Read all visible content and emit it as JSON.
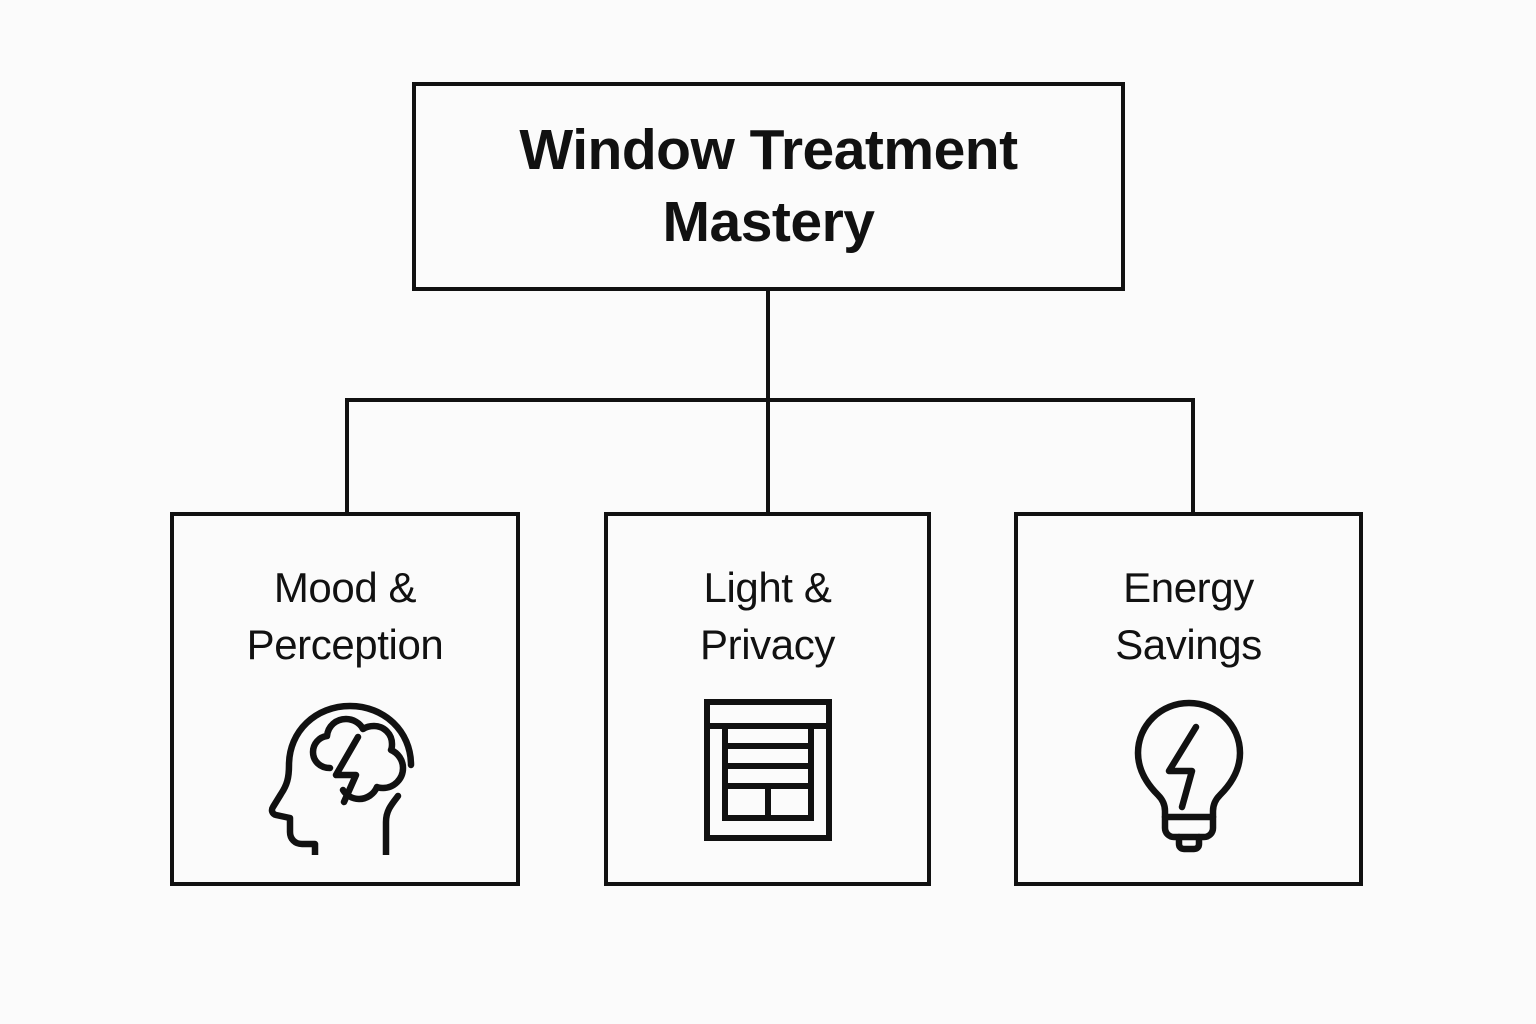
{
  "diagram": {
    "type": "hierarchy-tree",
    "background_color": "#fbfbfb",
    "line_color": "#111111",
    "root": {
      "label": "Window Treatment\nMastery"
    },
    "children": [
      {
        "label": "Mood &\nPerception",
        "icon": "head-brain-lightning-icon"
      },
      {
        "label": "Light &\nPrivacy",
        "icon": "window-blinds-icon"
      },
      {
        "label": "Energy\nSavings",
        "icon": "lightbulb-lightning-icon"
      }
    ]
  }
}
